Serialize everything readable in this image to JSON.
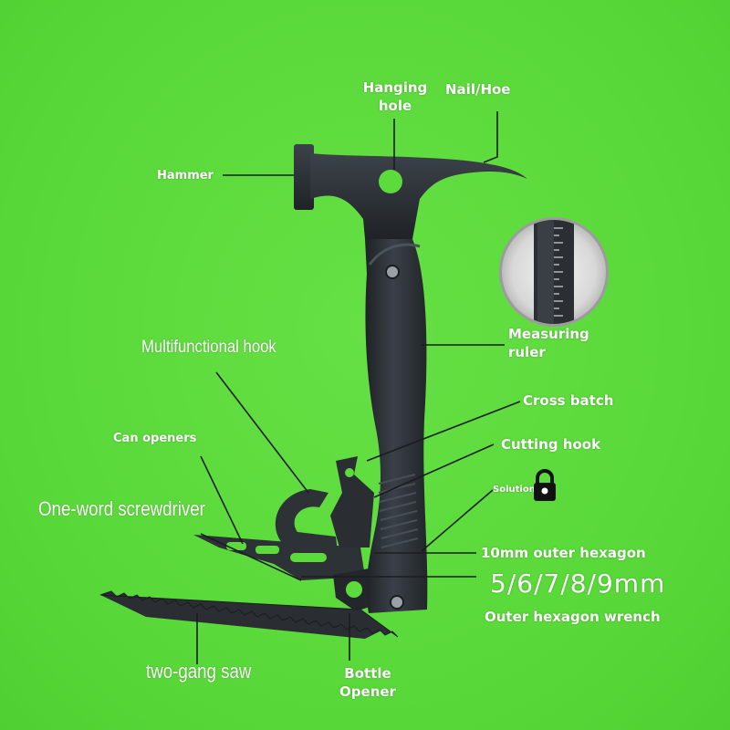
{
  "labels": {
    "hanging_hole": "Hanging\nhole",
    "nail_hoe": "Nail/Hoe",
    "hammer": "Hammer",
    "measuring_ruler": "Measuring\nruler",
    "multifunctional_hook": "Multifunctional hook",
    "cross_batch": "Cross batch",
    "can_openers": "Can openers",
    "cutting_hook": "Cutting hook",
    "solution": "Solution",
    "one_word_screwdriver": "One-word screwdriver",
    "hex_10mm": "10mm outer hexagon",
    "hex_sizes": "5/6/7/8/9mm",
    "hex_wrench": "Outer hexagon wrench",
    "two_gang_saw": "two-gang saw",
    "bottle_opener": "Bottle\nOpener"
  },
  "colors": {
    "background": "#5cdc3c",
    "tool": "#2b3035",
    "label": "#ffffff",
    "leader": "#1a1d20"
  },
  "icons": {
    "lock": "padlock-icon"
  }
}
